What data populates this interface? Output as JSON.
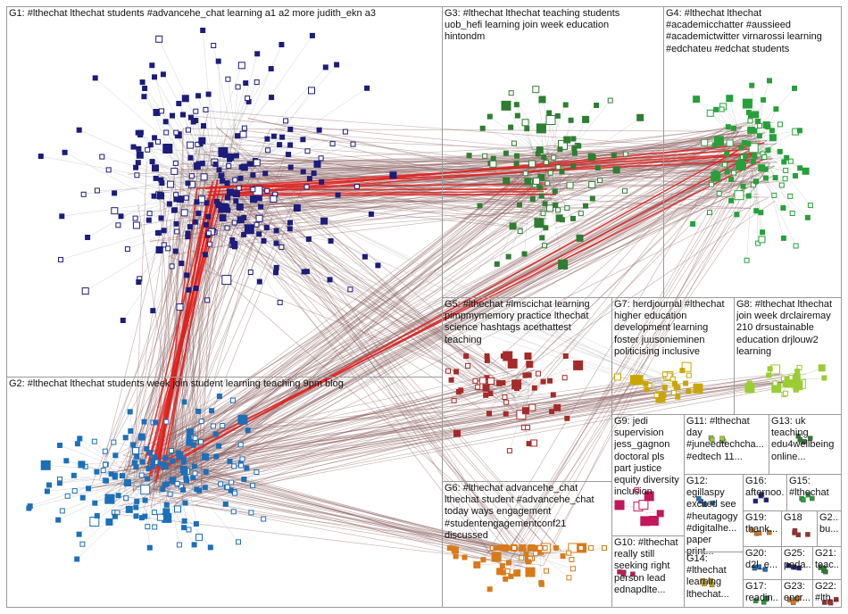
{
  "figure": {
    "kind": "network-graph-groups",
    "edge_colors": {
      "light": "#c8c8c8",
      "medium": "#8c5f5f",
      "strong": "#e0201c"
    },
    "node_colors": {
      "G1": "#1c1c7a",
      "G2": "#1d6fb8",
      "G3": "#2f7d32",
      "G4": "#27a03a",
      "G5": "#a52a2a",
      "G6": "#d87a1a",
      "G7": "#c9a700",
      "G8": "#9acd32",
      "G9": "#c2185b",
      "other": "#555555"
    }
  },
  "groups": [
    {
      "id": "G1",
      "label": "G1: #lthechat lthechat students #advancehe_chat learning a1 a2 more judith_ekn a3"
    },
    {
      "id": "G2",
      "label": "G2: #lthechat lthechat students week join student learning teaching 9pm blog"
    },
    {
      "id": "G3",
      "label": "G3: #lthechat lthechat teaching students\nuob_hefi learning join week education\nhintondm"
    },
    {
      "id": "G4",
      "label": "G4: #lthechat lthechat\n#academicchatter #aussieed\n#academictwitter virnarossi learning\n#edchateu #edchat students"
    },
    {
      "id": "G5",
      "label": "G5: #lthechat #lmscichat learning\npimpmymemory practice lthechat\nscience hashtags acethattest\nteaching"
    },
    {
      "id": "G6",
      "label": "G6: #lthechat advancehe_chat\nlthechat student #advancehe_chat\ntoday ways engagement\n#studentengagementconf21\ndiscussed"
    },
    {
      "id": "G7",
      "label": "G7: herdjournal #lthechat\nhigher education\ndevelopment learning\nfoster juusonieminen\npoliticising inclusive"
    },
    {
      "id": "G8",
      "label": "G8: #lthechat lthechat\njoin week drclairemay\n210 drsustainable\neducation drjlouw2\nlearning"
    },
    {
      "id": "G9",
      "label": "G9: jedi\nsupervision\njess_gagnon\ndoctoral pls\npart justice\nequity diversity\ninclusion"
    },
    {
      "id": "G10",
      "label": "G10: #lthechat\nreally still\nseeking right\nperson lead\nednapdlte..."
    },
    {
      "id": "G11",
      "label": "G11: #lthechat\nday\n#juneedtechcha...\n#edtech 11..."
    },
    {
      "id": "G12",
      "label": "G12:\negillaspy\nexcited see\n#heutagogy\n#digitalhe...\npaper print..."
    },
    {
      "id": "G13",
      "label": "G13: uk\nteaching\nedu4wellbeing\nonline..."
    },
    {
      "id": "G14",
      "label": "G14:\n#lthechat\nlearning\nlthechat..."
    },
    {
      "id": "G15",
      "label": "G15:\n#lthechat"
    },
    {
      "id": "G16",
      "label": "G16:\nafternoo..."
    },
    {
      "id": "G17",
      "label": "G17:\nreadin..."
    },
    {
      "id": "G18",
      "label": "G18"
    },
    {
      "id": "G19",
      "label": "G19:\nthank..."
    },
    {
      "id": "G20",
      "label": "G20:\nd2l_e..."
    },
    {
      "id": "G21",
      "label": "G21:\nteac..."
    },
    {
      "id": "G22",
      "label": "G22:\n#lth..."
    },
    {
      "id": "G23",
      "label": "G23:\nencr..."
    },
    {
      "id": "G25",
      "label": "G25:\npeda..."
    },
    {
      "id": "G2x",
      "label": "G2...\nbu..."
    }
  ]
}
